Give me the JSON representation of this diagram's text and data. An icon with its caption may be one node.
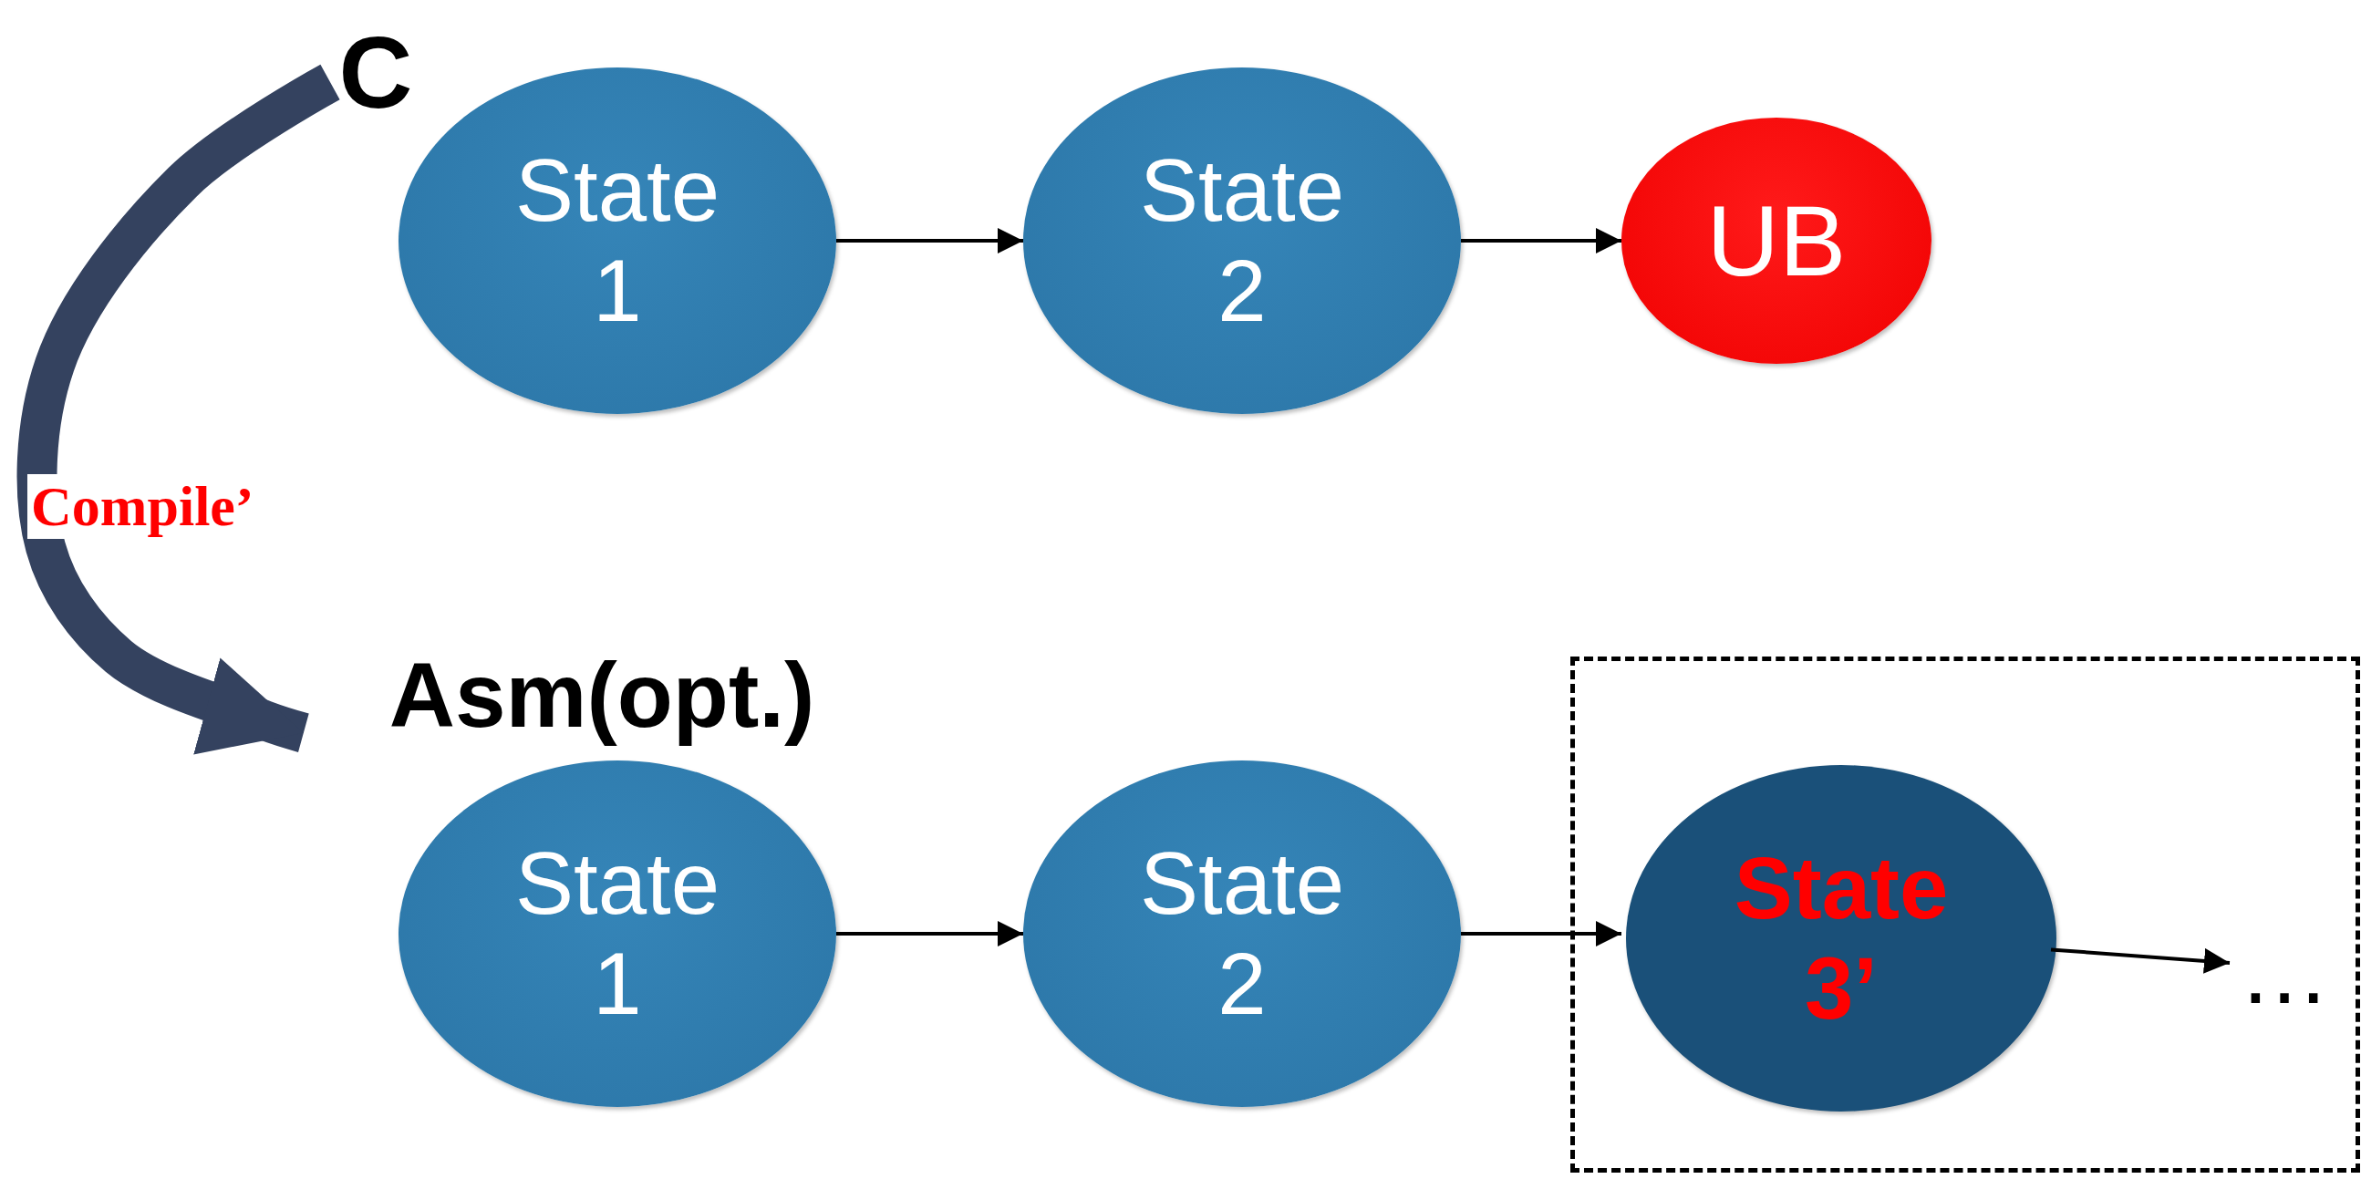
{
  "diagram": {
    "nodes": [
      {
        "text": [
          "C"
        ]
      },
      {
        "text": [
          "State 1"
        ]
      },
      {
        "text": [
          "State 2"
        ]
      },
      {
        "text": [
          "UB"
        ]
      },
      {
        "text": [
          "Asm(opt.)"
        ]
      },
      {
        "text": [
          "State 1"
        ]
      },
      {
        "text": [
          "State 2"
        ]
      },
      {
        "text": [],
        "shape": "box"
      },
      {
        "text": [
          "State 3’"
        ],
        "in": 7
      },
      {
        "text": [
          "…"
        ],
        "in": 7
      }
    ],
    "edges": [
      {
        "from": 0,
        "to": 4,
        "arrow": "to",
        "label": "Compile’",
        "style": "thick",
        "color": "#34425f"
      },
      {
        "from": 1,
        "to": 2,
        "arrow": "to"
      },
      {
        "from": 2,
        "to": 3,
        "arrow": "to"
      },
      {
        "from": 5,
        "to": 6,
        "arrow": "to"
      },
      {
        "from": 6,
        "to": 8,
        "arrow": "to"
      },
      {
        "from": 8,
        "to": 9,
        "arrow": "to"
      }
    ]
  }
}
